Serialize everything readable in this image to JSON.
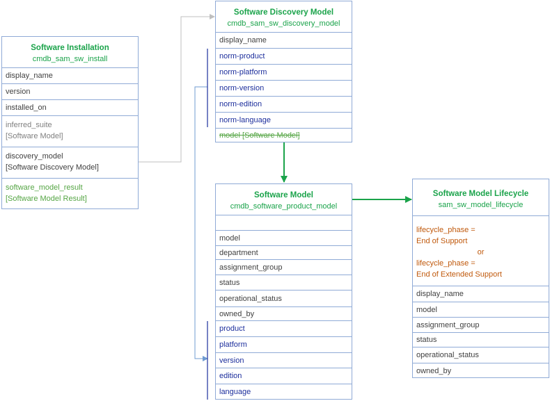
{
  "install": {
    "title": "Software Installation",
    "table": "cmdb_sam_sw_install",
    "fields": [
      "display_name",
      "version",
      "installed_on"
    ],
    "inferred_suite": [
      "inferred_suite",
      "[Software Model]"
    ],
    "discovery_model": [
      "discovery_model",
      "[Software Discovery Model]"
    ],
    "model_result": [
      "software_model_result",
      "[Software Model Result]"
    ]
  },
  "discovery": {
    "title": "Software Discovery Model",
    "table": "cmdb_sam_sw_discovery_model",
    "display_name": "display_name",
    "norm_fields": [
      "norm-product",
      "norm-platform",
      "norm-version",
      "norm-edition",
      "norm-language"
    ],
    "model_ref": "model [Software Model]"
  },
  "model": {
    "title": "Software Model",
    "table": "cmdb_software_product_model",
    "fields": [
      "model",
      "department",
      "assignment_group",
      "status",
      "operational_status",
      "owned_by"
    ],
    "norm_fields": [
      "product",
      "platform",
      "version",
      "edition",
      "language"
    ]
  },
  "lifecycle": {
    "title": "Software Model Lifecycle",
    "table": "sam_sw_model_lifecycle",
    "condition": {
      "line1": "lifecycle_phase =",
      "line2": "End of Support",
      "or": "or",
      "line3": "lifecycle_phase =",
      "line4": "End of Extended Support"
    },
    "fields": [
      "display_name",
      "model",
      "assignment_group",
      "status",
      "operational_status",
      "owned_by"
    ]
  }
}
